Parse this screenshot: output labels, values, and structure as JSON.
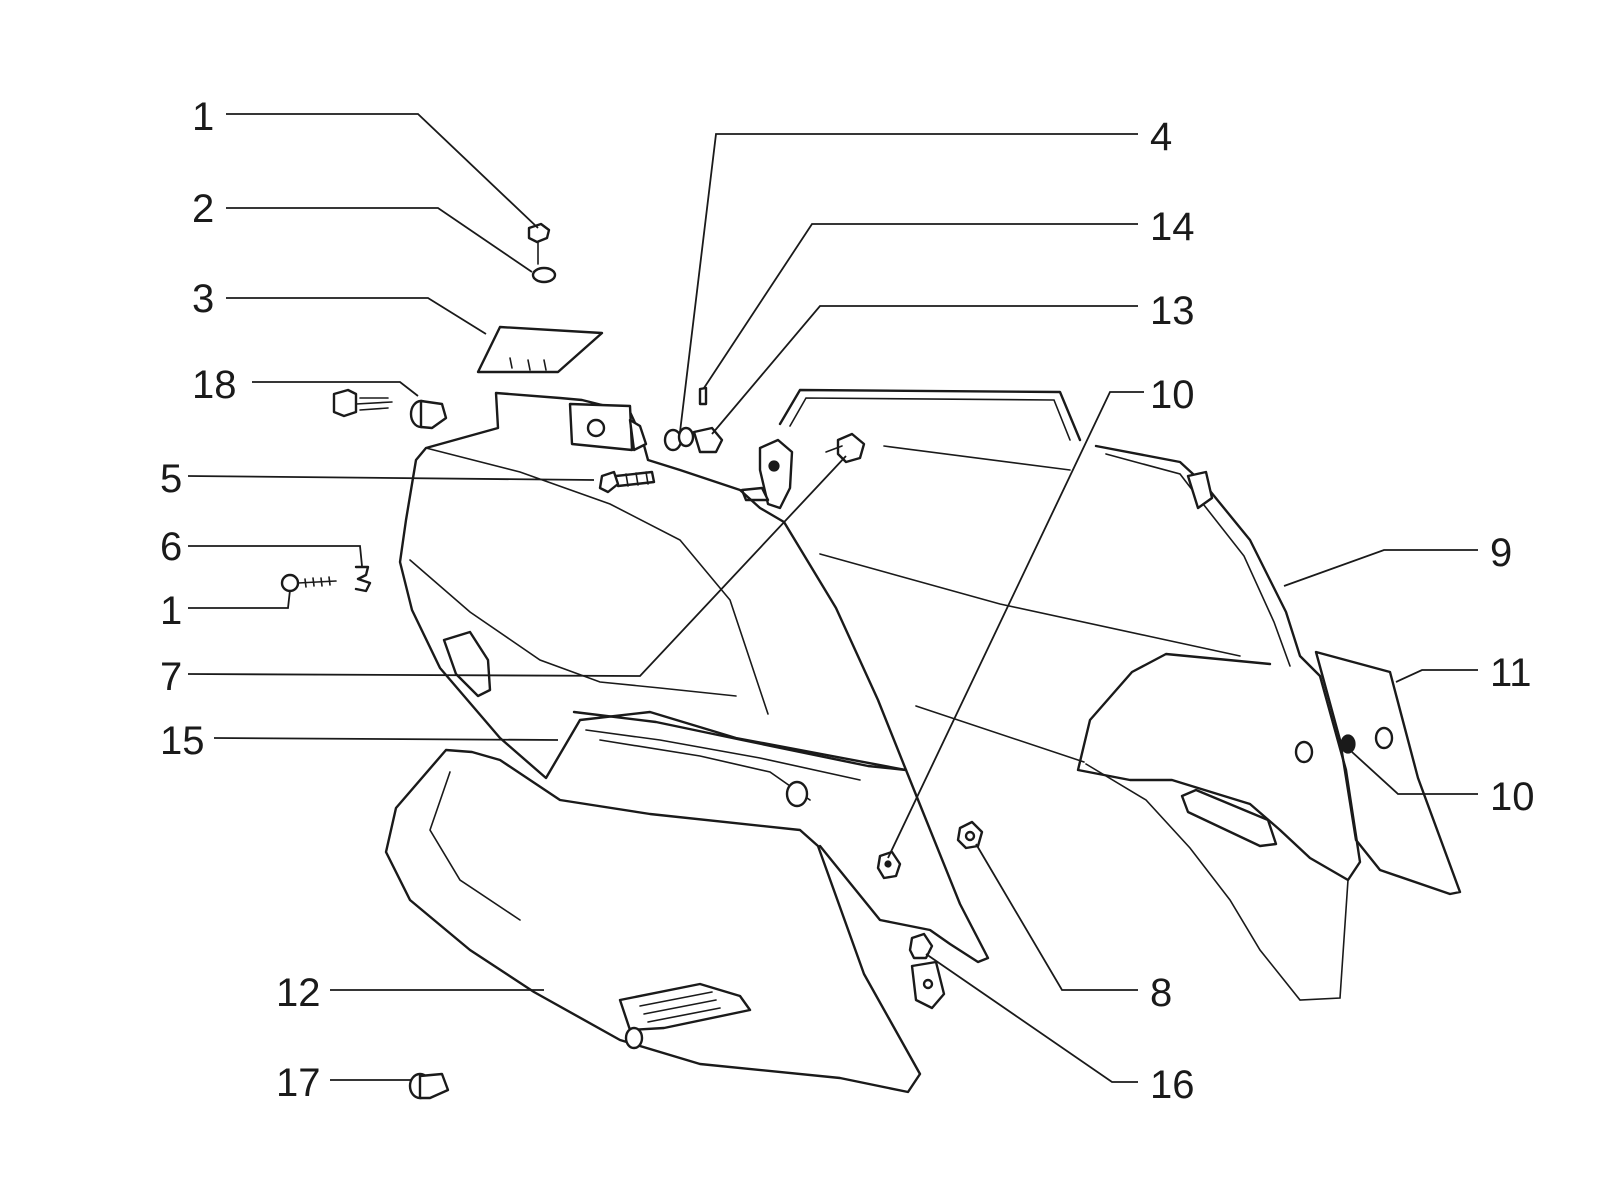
{
  "callouts": {
    "c1_top": "1",
    "c2": "2",
    "c3": "3",
    "c18": "18",
    "c5": "5",
    "c6": "6",
    "c1_bottom": "1",
    "c7": "7",
    "c15": "15",
    "c12": "12",
    "c17": "17",
    "c4": "4",
    "c14": "14",
    "c13": "13",
    "c10_top": "10",
    "c9": "9",
    "c11": "11",
    "c10_bottom": "10",
    "c8": "8",
    "c16": "16"
  }
}
